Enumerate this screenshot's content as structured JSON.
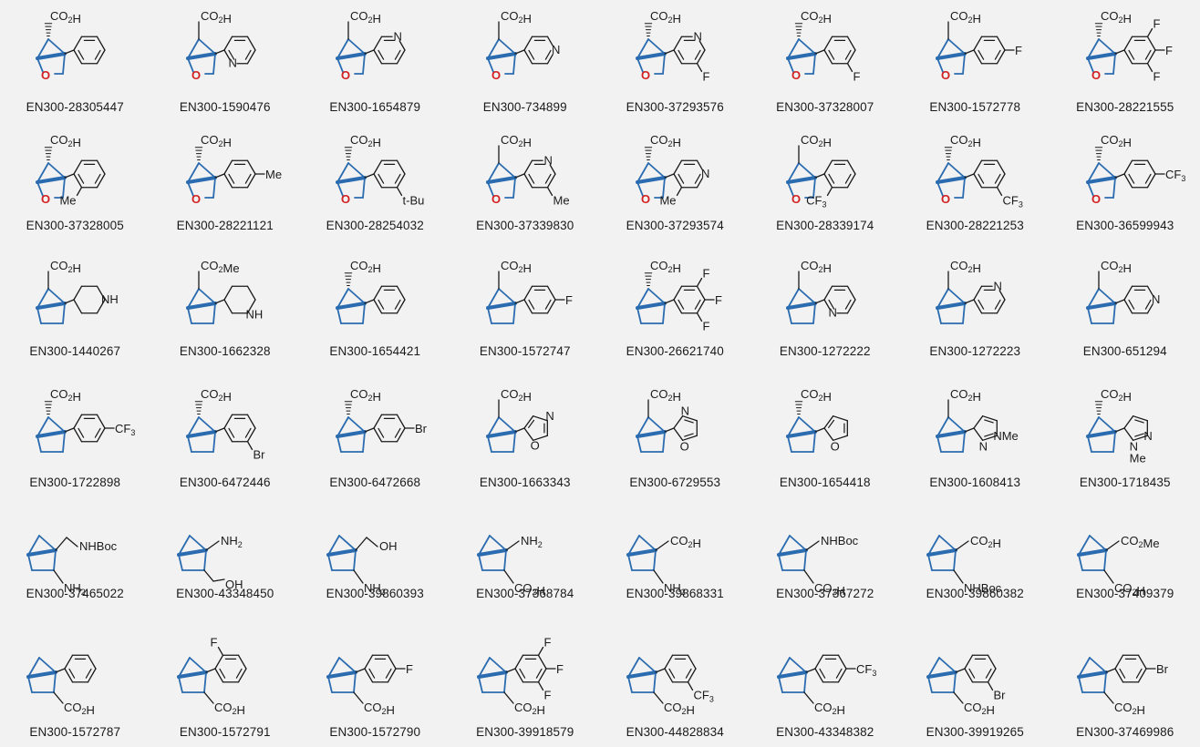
{
  "colors": {
    "scaffold": "#2b6cb0",
    "oxygen": "#d32020",
    "bond": "#1a1a1a",
    "background": "#f2f2f2"
  },
  "rows": [
    {
      "core": "oxa",
      "items": [
        {
          "id": "EN300-28305447",
          "carbonyl": "CO2H",
          "stereo": "hash",
          "ring": "benzene",
          "subs": []
        },
        {
          "id": "EN300-1590476",
          "carbonyl": "CO2H",
          "stereo": "plain",
          "ring": "pyridin-2-yl",
          "subs": []
        },
        {
          "id": "EN300-1654879",
          "carbonyl": "CO2H",
          "stereo": "plain",
          "ring": "pyridin-3-yl",
          "subs": []
        },
        {
          "id": "EN300-734899",
          "carbonyl": "CO2H",
          "stereo": "plain",
          "ring": "pyridin-4-yl",
          "subs": []
        },
        {
          "id": "EN300-37293576",
          "carbonyl": "CO2H",
          "stereo": "hash",
          "ring": "pyridin-3-yl",
          "subs": [
            {
              "pos": "meta2",
              "label": "F"
            }
          ]
        },
        {
          "id": "EN300-37328007",
          "carbonyl": "CO2H",
          "stereo": "hash",
          "ring": "benzene",
          "subs": [
            {
              "pos": "meta2",
              "label": "F"
            }
          ]
        },
        {
          "id": "EN300-1572778",
          "carbonyl": "CO2H",
          "stereo": "plain",
          "ring": "benzene",
          "subs": [
            {
              "pos": "para",
              "label": "F"
            }
          ]
        },
        {
          "id": "EN300-28221555",
          "carbonyl": "CO2H",
          "stereo": "hash",
          "ring": "benzene",
          "subs": [
            {
              "pos": "meta1",
              "label": "F"
            },
            {
              "pos": "para",
              "label": "F"
            },
            {
              "pos": "meta2",
              "label": "F"
            }
          ]
        }
      ]
    },
    {
      "core": "oxa",
      "items": [
        {
          "id": "EN300-37328005",
          "carbonyl": "CO2H",
          "stereo": "hash",
          "ring": "benzene",
          "subs": [
            {
              "pos": "ortho2",
              "label": "Me"
            }
          ]
        },
        {
          "id": "EN300-28221121",
          "carbonyl": "CO2H",
          "stereo": "hash",
          "ring": "benzene",
          "subs": [
            {
              "pos": "para",
              "label": "Me"
            }
          ]
        },
        {
          "id": "EN300-28254032",
          "carbonyl": "CO2H",
          "stereo": "hash",
          "ring": "benzene",
          "subs": [
            {
              "pos": "meta2",
              "label": "t-Bu"
            }
          ]
        },
        {
          "id": "EN300-37339830",
          "carbonyl": "CO2H",
          "stereo": "plain",
          "ring": "pyridin-3-yl",
          "subs": [
            {
              "pos": "meta2",
              "label": "Me"
            }
          ]
        },
        {
          "id": "EN300-37293574",
          "carbonyl": "CO2H",
          "stereo": "hash",
          "ring": "pyridin-4-yl",
          "subs": [
            {
              "pos": "ortho2",
              "label": "Me"
            }
          ]
        },
        {
          "id": "EN300-28339174",
          "carbonyl": "CO2H",
          "stereo": "plain",
          "ring": "benzene",
          "subs": [
            {
              "pos": "ortho2",
              "label": "CF3"
            }
          ]
        },
        {
          "id": "EN300-28221253",
          "carbonyl": "CO2H",
          "stereo": "hash",
          "ring": "benzene",
          "subs": [
            {
              "pos": "meta2",
              "label": "CF3"
            }
          ]
        },
        {
          "id": "EN300-36599943",
          "carbonyl": "CO2H",
          "stereo": "hash",
          "ring": "benzene",
          "subs": [
            {
              "pos": "para",
              "label": "CF3"
            }
          ]
        }
      ]
    },
    {
      "core": "carbo",
      "items": [
        {
          "id": "EN300-1440267",
          "carbonyl": "CO2H",
          "stereo": "plain",
          "ring": "piperidine",
          "subs": []
        },
        {
          "id": "EN300-1662328",
          "carbonyl": "CO2Me",
          "stereo": "plain",
          "ring": "piperidin-3-yl",
          "subs": []
        },
        {
          "id": "EN300-1654421",
          "carbonyl": "CO2H",
          "stereo": "hash",
          "ring": "benzene",
          "subs": []
        },
        {
          "id": "EN300-1572747",
          "carbonyl": "CO2H",
          "stereo": "plain",
          "ring": "benzene",
          "subs": [
            {
              "pos": "para",
              "label": "F"
            }
          ]
        },
        {
          "id": "EN300-26621740",
          "carbonyl": "CO2H",
          "stereo": "hash",
          "ring": "benzene",
          "subs": [
            {
              "pos": "meta1",
              "label": "F"
            },
            {
              "pos": "para",
              "label": "F"
            },
            {
              "pos": "meta2",
              "label": "F"
            }
          ]
        },
        {
          "id": "EN300-1272222",
          "carbonyl": "CO2H",
          "stereo": "plain",
          "ring": "pyridin-2-yl",
          "subs": []
        },
        {
          "id": "EN300-1272223",
          "carbonyl": "CO2H",
          "stereo": "plain",
          "ring": "pyridin-3-yl",
          "subs": []
        },
        {
          "id": "EN300-651294",
          "carbonyl": "CO2H",
          "stereo": "plain",
          "ring": "pyridin-4-yl",
          "subs": []
        }
      ]
    },
    {
      "core": "carbo",
      "items": [
        {
          "id": "EN300-1722898",
          "carbonyl": "CO2H",
          "stereo": "hash",
          "ring": "benzene",
          "subs": [
            {
              "pos": "para",
              "label": "CF3"
            }
          ]
        },
        {
          "id": "EN300-6472446",
          "carbonyl": "CO2H",
          "stereo": "hash",
          "ring": "benzene",
          "subs": [
            {
              "pos": "meta2",
              "label": "Br"
            }
          ]
        },
        {
          "id": "EN300-6472668",
          "carbonyl": "CO2H",
          "stereo": "hash",
          "ring": "benzene",
          "subs": [
            {
              "pos": "para",
              "label": "Br"
            }
          ]
        },
        {
          "id": "EN300-1663343",
          "carbonyl": "CO2H",
          "stereo": "plain",
          "ring": "oxazol-5-yl",
          "subs": []
        },
        {
          "id": "EN300-6729553",
          "carbonyl": "CO2H",
          "stereo": "plain",
          "ring": "oxazol-2-yl",
          "subs": []
        },
        {
          "id": "EN300-1654418",
          "carbonyl": "CO2H",
          "stereo": "hash",
          "ring": "furan-2-yl",
          "subs": []
        },
        {
          "id": "EN300-1608413",
          "carbonyl": "CO2H",
          "stereo": "plain",
          "ring": "pyrazol-3-yl",
          "subs": []
        },
        {
          "id": "EN300-1718435",
          "carbonyl": "CO2H",
          "stereo": "hash",
          "ring": "pyrazol-5-yl",
          "subs": []
        }
      ]
    },
    {
      "core": "amine",
      "items": [
        {
          "id": "EN300-37465022",
          "top": "NHBoc",
          "topCH2": true,
          "bottom": "NH2",
          "bottomCH2": false
        },
        {
          "id": "EN300-43348450",
          "top": "NH2",
          "topCH2": false,
          "bottom": "OH",
          "bottomCH2": true
        },
        {
          "id": "EN300-39860393",
          "top": "OH",
          "topCH2": true,
          "bottom": "NH2",
          "bottomCH2": false
        },
        {
          "id": "EN300-37368784",
          "top": "NH2",
          "topCH2": false,
          "bottom": "CO2H",
          "bottomCH2": false
        },
        {
          "id": "EN300-39868331",
          "top": "CO2H",
          "topCH2": false,
          "bottom": "NH2",
          "bottomCH2": false
        },
        {
          "id": "EN300-37367272",
          "top": "NHBoc",
          "topCH2": false,
          "bottom": "CO2H",
          "bottomCH2": false
        },
        {
          "id": "EN300-39860382",
          "top": "CO2H",
          "topCH2": false,
          "bottom": "NHBoc",
          "bottomCH2": false
        },
        {
          "id": "EN300-37409379",
          "top": "CO2Me",
          "topCH2": false,
          "bottom": "CO2H",
          "bottomCH2": false
        }
      ]
    },
    {
      "core": "aryl-bottom",
      "items": [
        {
          "id": "EN300-1572787",
          "ring": "benzene",
          "subs": []
        },
        {
          "id": "EN300-1572791",
          "ring": "benzene",
          "subs": [
            {
              "pos": "ortho1",
              "label": "F"
            }
          ]
        },
        {
          "id": "EN300-1572790",
          "ring": "benzene",
          "subs": [
            {
              "pos": "para",
              "label": "F"
            }
          ]
        },
        {
          "id": "EN300-39918579",
          "ring": "benzene",
          "subs": [
            {
              "pos": "meta1",
              "label": "F"
            },
            {
              "pos": "para",
              "label": "F"
            },
            {
              "pos": "meta2",
              "label": "F"
            }
          ]
        },
        {
          "id": "EN300-44828834",
          "ring": "benzene",
          "subs": [
            {
              "pos": "meta2",
              "label": "CF3"
            }
          ]
        },
        {
          "id": "EN300-43348382",
          "ring": "benzene",
          "subs": [
            {
              "pos": "para",
              "label": "CF3"
            }
          ]
        },
        {
          "id": "EN300-39919265",
          "ring": "benzene",
          "subs": [
            {
              "pos": "meta2",
              "label": "Br"
            }
          ]
        },
        {
          "id": "EN300-37469986",
          "ring": "benzene",
          "subs": [
            {
              "pos": "para",
              "label": "Br"
            }
          ]
        }
      ]
    }
  ]
}
